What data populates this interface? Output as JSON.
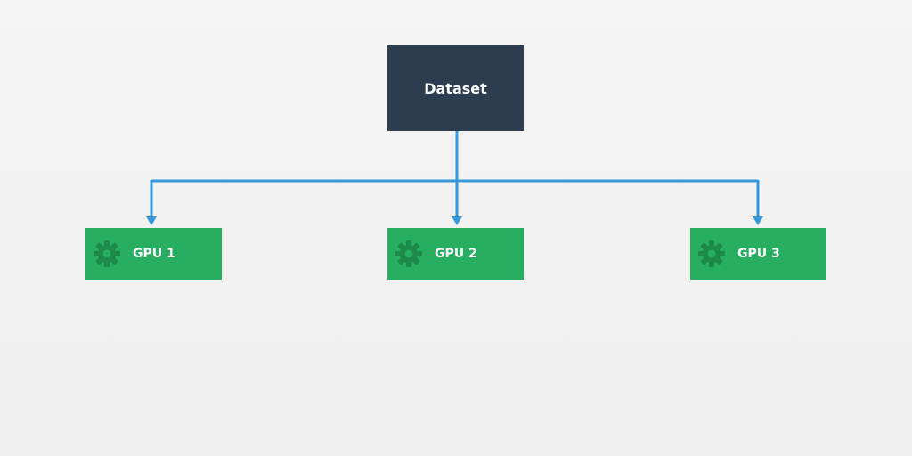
{
  "colors": {
    "background": "#f2f2f2",
    "dataset_box": "#2d3d50",
    "gpu_box": "#27ae60",
    "gpu_pattern": "#2fbf6c",
    "gear": "#1e8a4a",
    "connector": "#3498db",
    "label_text": "#ffffff"
  },
  "source": {
    "label": "Dataset"
  },
  "targets": [
    {
      "label": "GPU 1",
      "icon": "gear-icon",
      "pattern_row1": "0101010",
      "pattern_row2": "1010101"
    },
    {
      "label": "GPU 2",
      "icon": "gear-icon",
      "pattern_row1": "0101010",
      "pattern_row2": "1010101"
    },
    {
      "label": "GPU 3",
      "icon": "gear-icon",
      "pattern_row1": "0101010",
      "pattern_row2": "1010101"
    }
  ]
}
